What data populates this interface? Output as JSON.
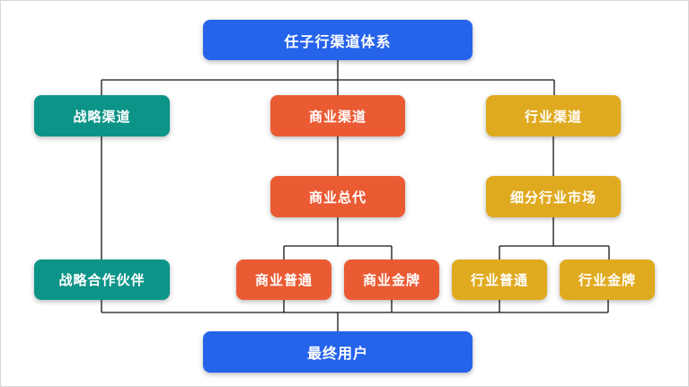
{
  "diagram": {
    "colors": {
      "blue": "#2563eb",
      "teal": "#0d9488",
      "red": "#ea5b34",
      "yellow": "#e0aa20",
      "line": "#141414"
    },
    "nodes": {
      "root": {
        "label": "任子行渠道体系",
        "color": "blue"
      },
      "strategic": {
        "label": "战略渠道",
        "color": "teal"
      },
      "commercial": {
        "label": "商业渠道",
        "color": "red"
      },
      "industry": {
        "label": "行业渠道",
        "color": "yellow"
      },
      "commercial_agent": {
        "label": "商业总代",
        "color": "red"
      },
      "industry_segment": {
        "label": "细分行业市场",
        "color": "yellow"
      },
      "strategic_partner": {
        "label": "战略合作伙伴",
        "color": "teal"
      },
      "commercial_normal": {
        "label": "商业普通",
        "color": "red"
      },
      "commercial_gold": {
        "label": "商业金牌",
        "color": "red"
      },
      "industry_normal": {
        "label": "行业普通",
        "color": "yellow"
      },
      "industry_gold": {
        "label": "行业金牌",
        "color": "yellow"
      },
      "end_user": {
        "label": "最终用户",
        "color": "blue"
      }
    },
    "edges": [
      {
        "from": "root",
        "to": "strategic"
      },
      {
        "from": "root",
        "to": "commercial"
      },
      {
        "from": "root",
        "to": "industry"
      },
      {
        "from": "strategic",
        "to": "strategic_partner"
      },
      {
        "from": "commercial",
        "to": "commercial_agent"
      },
      {
        "from": "industry",
        "to": "industry_segment"
      },
      {
        "from": "commercial_agent",
        "to": "commercial_normal"
      },
      {
        "from": "commercial_agent",
        "to": "commercial_gold"
      },
      {
        "from": "industry_segment",
        "to": "industry_normal"
      },
      {
        "from": "industry_segment",
        "to": "industry_gold"
      },
      {
        "from": "strategic_partner",
        "to": "end_user"
      },
      {
        "from": "commercial_normal",
        "to": "end_user"
      },
      {
        "from": "commercial_gold",
        "to": "end_user"
      },
      {
        "from": "industry_normal",
        "to": "end_user"
      },
      {
        "from": "industry_gold",
        "to": "end_user"
      }
    ]
  }
}
